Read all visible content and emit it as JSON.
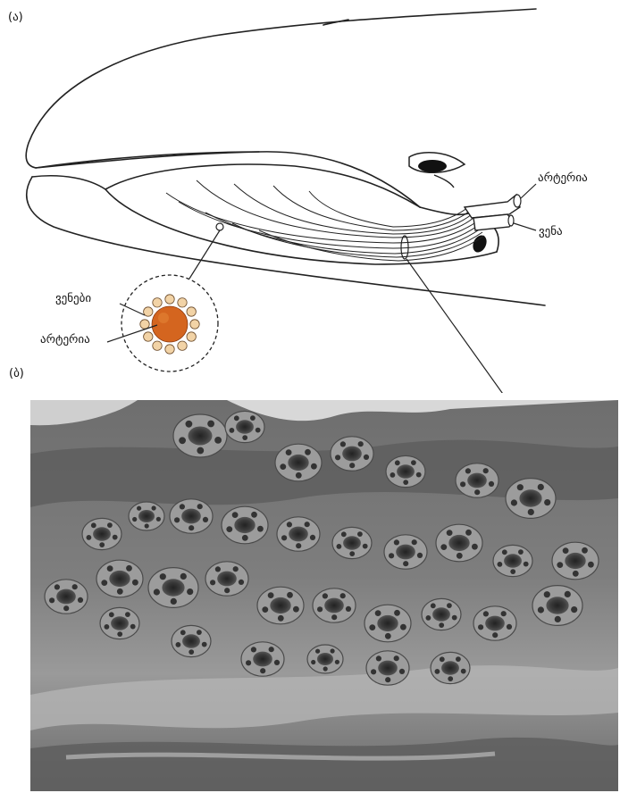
{
  "panels": {
    "a": "(ა)",
    "b": "(ბ)"
  },
  "labels": {
    "artery_right": "არტერია",
    "vein_right": "ვენა",
    "veins_inset": "ვენები",
    "artery_inset": "არტერია"
  },
  "colors": {
    "artery": "#d4651f",
    "vein": "#f2d3a6",
    "line": "#222222",
    "photo_mid": "#8a8a8a"
  }
}
